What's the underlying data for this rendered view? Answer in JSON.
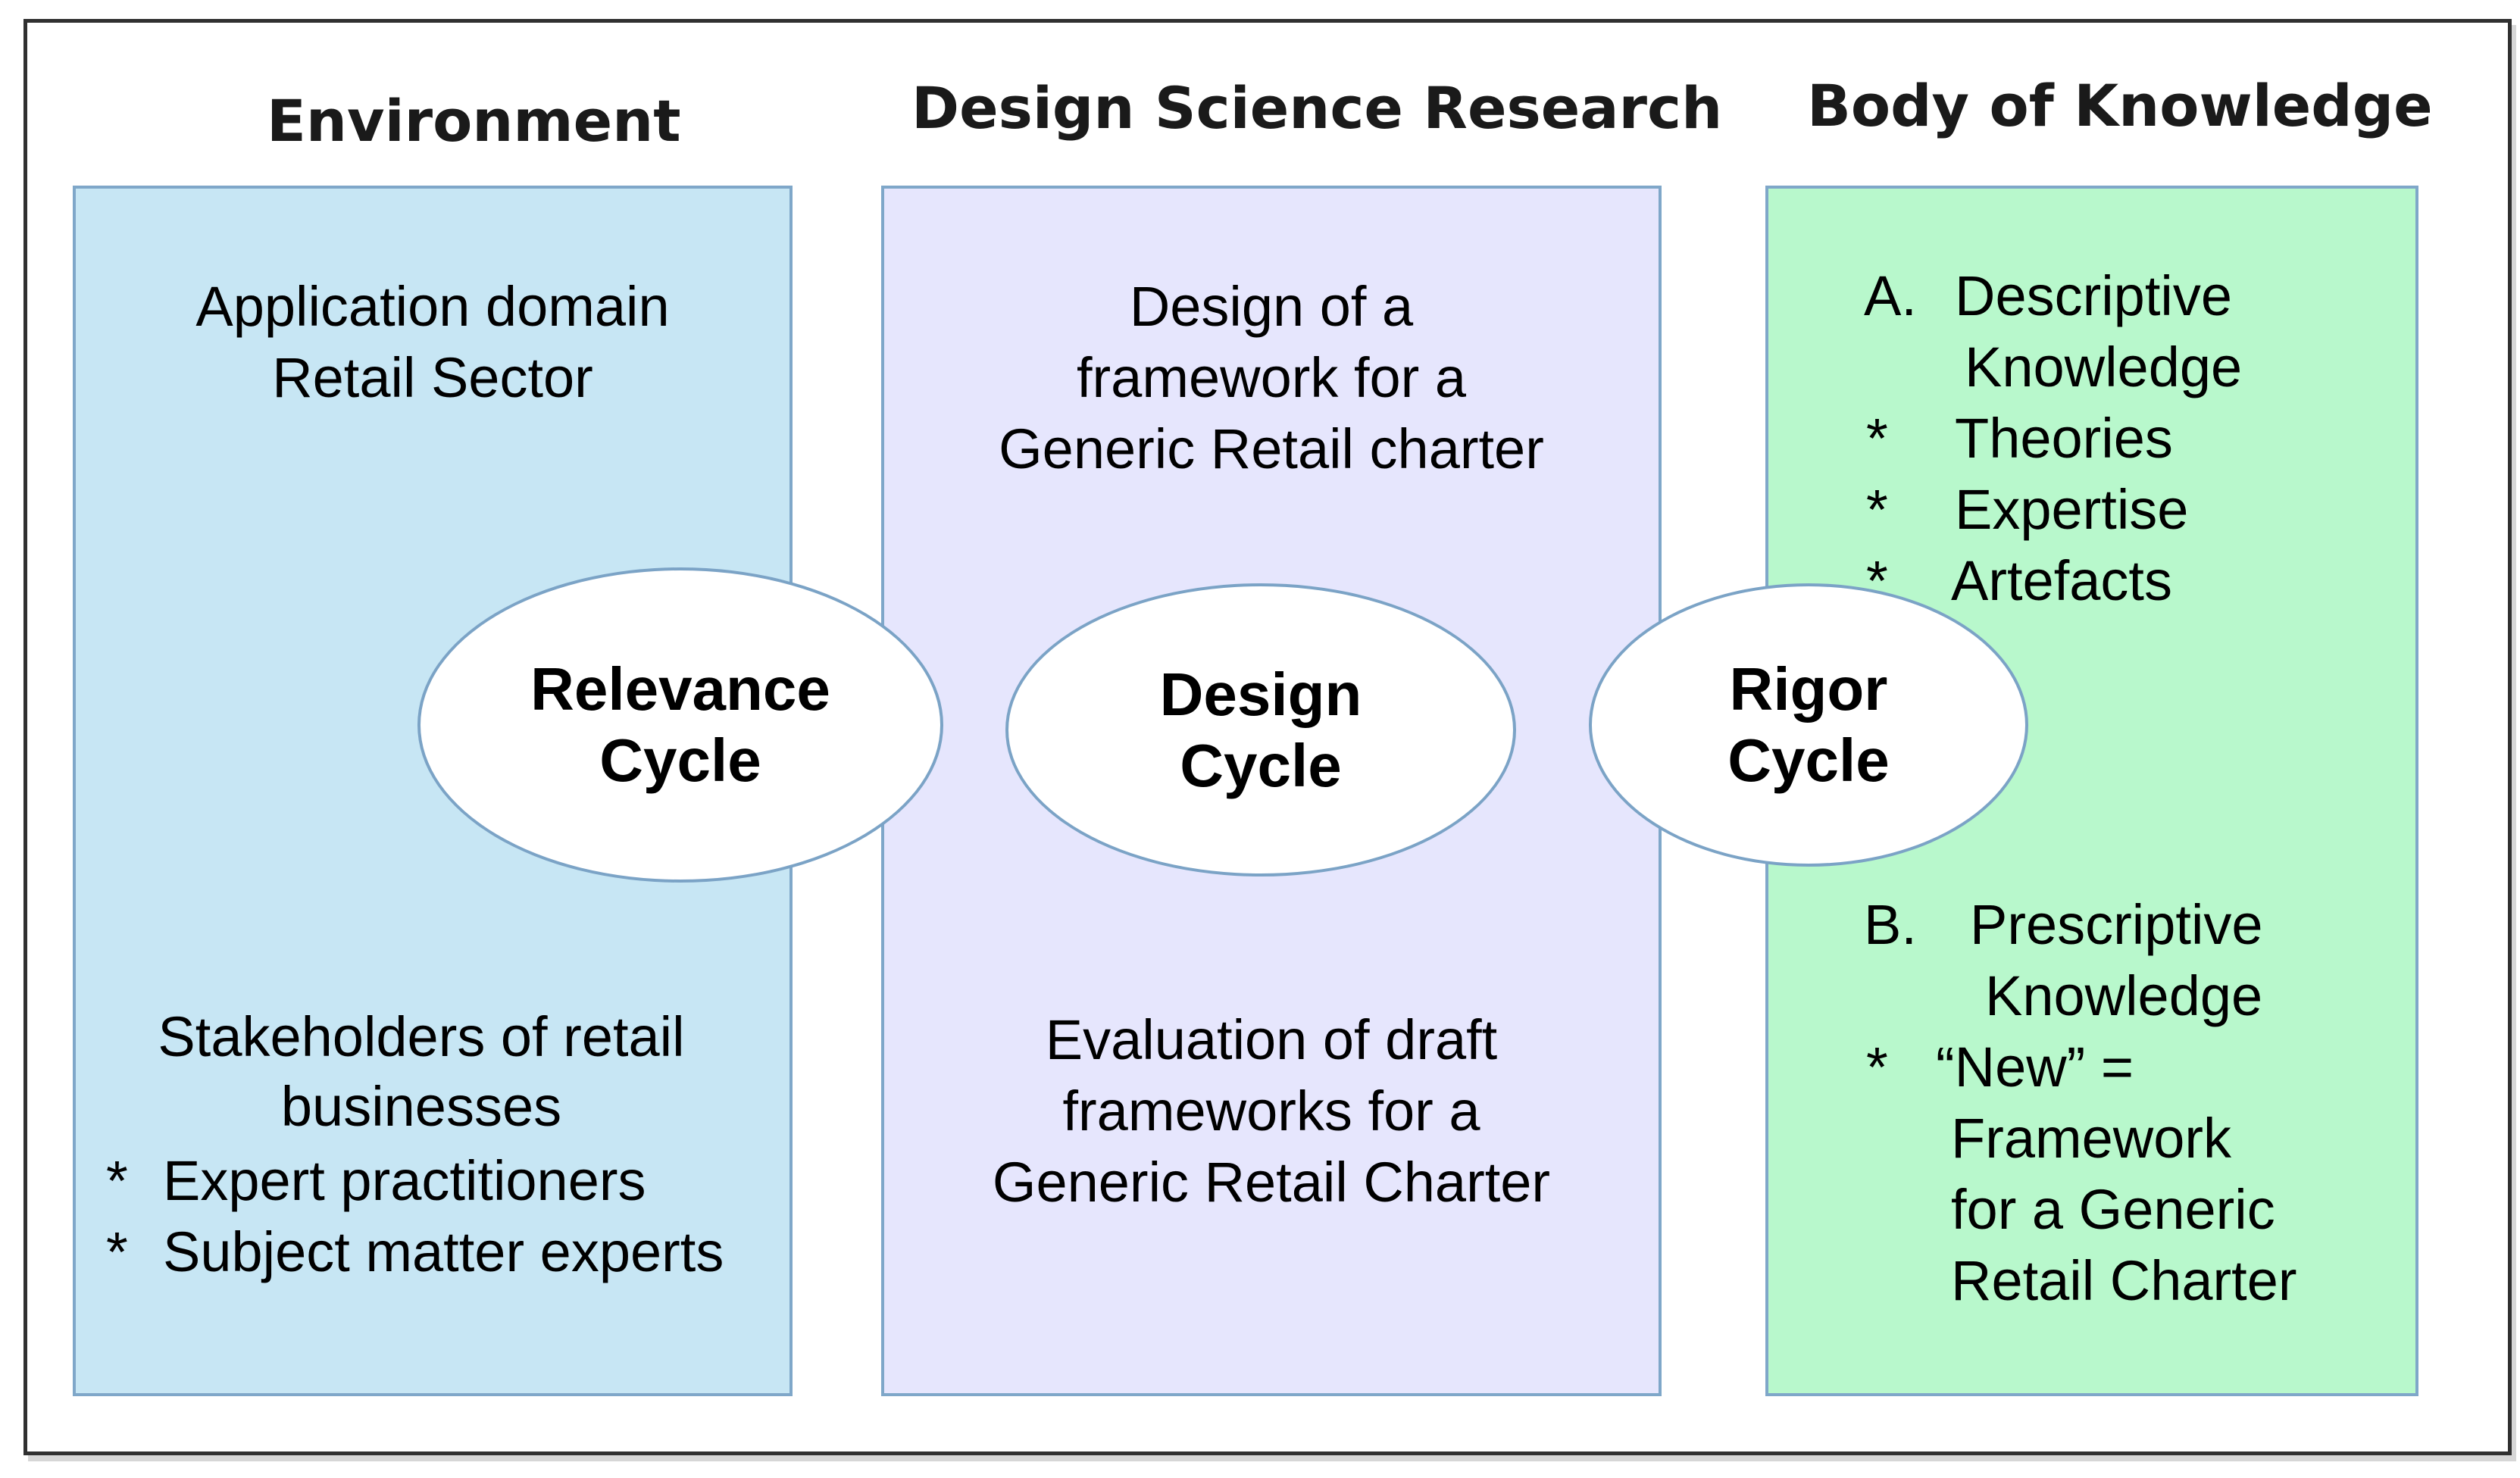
{
  "headings": {
    "environment": "Environment",
    "design_science": "Design Science Research",
    "body_of_knowledge": "Body of Knowledge"
  },
  "environment": {
    "top_line1": "Application domain",
    "top_line2": "Retail Sector",
    "bottom_line1": "Stakeholders of retail",
    "bottom_line2": "businesses",
    "bullet_marker": "*",
    "bullets": [
      "Expert practitioners",
      "Subject matter experts"
    ]
  },
  "design_science": {
    "top_line1": "Design of a",
    "top_line2": "framework for a",
    "top_line3": "Generic Retail charter",
    "bottom_line1": "Evaluation of draft",
    "bottom_line2": "frameworks for a",
    "bottom_line3": "Generic Retail Charter"
  },
  "knowledge": {
    "a_marker": "A.",
    "a_line1": "Descriptive",
    "a_line2": "Knowledge",
    "a_bullets": [
      "Theories",
      "Expertise",
      "Artefacts"
    ],
    "b_marker": "B.",
    "b_line1": "Prescriptive",
    "b_line2": "Knowledge",
    "b_bullet_line1": "“New” =",
    "b_bullet_line2": "Framework",
    "b_bullet_line3": "for a Generic",
    "b_bullet_line4": "Retail Charter",
    "bullet_marker": "*"
  },
  "cycles": {
    "relevance_line1": "Relevance",
    "relevance_line2": "Cycle",
    "design_line1": "Design",
    "design_line2": "Cycle",
    "rigor_line1": "Rigor",
    "rigor_line2": "Cycle"
  }
}
